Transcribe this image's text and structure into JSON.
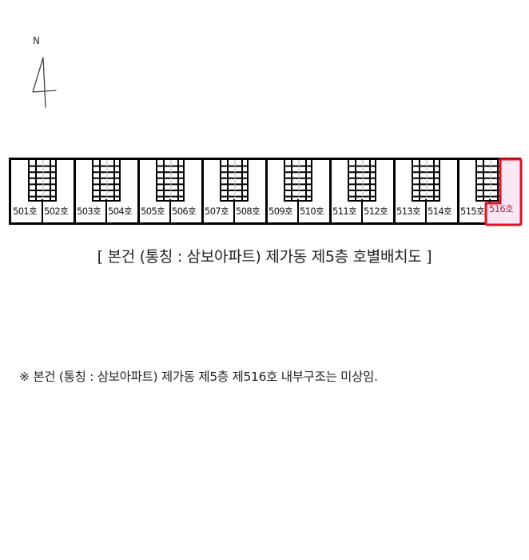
{
  "compass": {
    "label": "N",
    "icon": "north-arrow-icon"
  },
  "floor_plan": {
    "outline_color": "#000000",
    "units": [
      {
        "label": "501호",
        "highlighted": false
      },
      {
        "label": "502호",
        "highlighted": false
      },
      {
        "label": "503호",
        "highlighted": false
      },
      {
        "label": "504호",
        "highlighted": false
      },
      {
        "label": "505호",
        "highlighted": false
      },
      {
        "label": "506호",
        "highlighted": false
      },
      {
        "label": "507호",
        "highlighted": false
      },
      {
        "label": "508호",
        "highlighted": false
      },
      {
        "label": "509호",
        "highlighted": false
      },
      {
        "label": "510호",
        "highlighted": false
      },
      {
        "label": "511호",
        "highlighted": false
      },
      {
        "label": "512호",
        "highlighted": false
      },
      {
        "label": "513호",
        "highlighted": false
      },
      {
        "label": "514호",
        "highlighted": false
      },
      {
        "label": "515호",
        "highlighted": false
      },
      {
        "label": "516호",
        "highlighted": true
      }
    ],
    "stair_count": 8,
    "highlight": {
      "unit": "516호",
      "border_color": "#e01020",
      "fill_color": "#fbe6f4",
      "text_color": "#cc2244"
    }
  },
  "title": "[ 본건 (통칭 : 삼보아파트) 제가동 제5층 호별배치도 ]",
  "note": "※ 본건 (통칭 : 삼보아파트) 제가동 제5층 제516호 내부구조는 미상임."
}
